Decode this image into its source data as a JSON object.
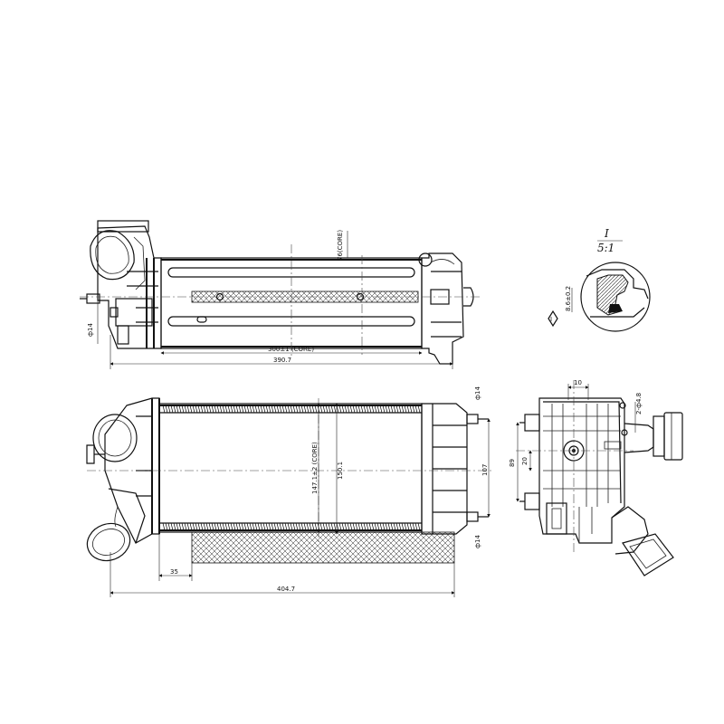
{
  "dimensions": {
    "top_core_height": "76(CORE)",
    "top_core_length": "300±1 (CORE)",
    "top_overall": "390.7",
    "top_pin_dia": "ф14",
    "front_core_height": "147.1±2 (CORE)",
    "front_height": "150.1",
    "front_offset": "35",
    "front_overall": "404.7",
    "front_pin_upper": "ф14",
    "front_pin_lower": "ф14",
    "front_pin_spacing": "107",
    "side_width": "10",
    "side_holes": "2-ф4.8",
    "side_height": "89",
    "side_offset": "20"
  },
  "detail": {
    "label": "I",
    "scale": "5:1",
    "seal_dim": "8.6±0.2",
    "ref_mark": "I"
  },
  "colors": {
    "line": "#111111",
    "hatch": "#222222",
    "background": "#ffffff"
  }
}
